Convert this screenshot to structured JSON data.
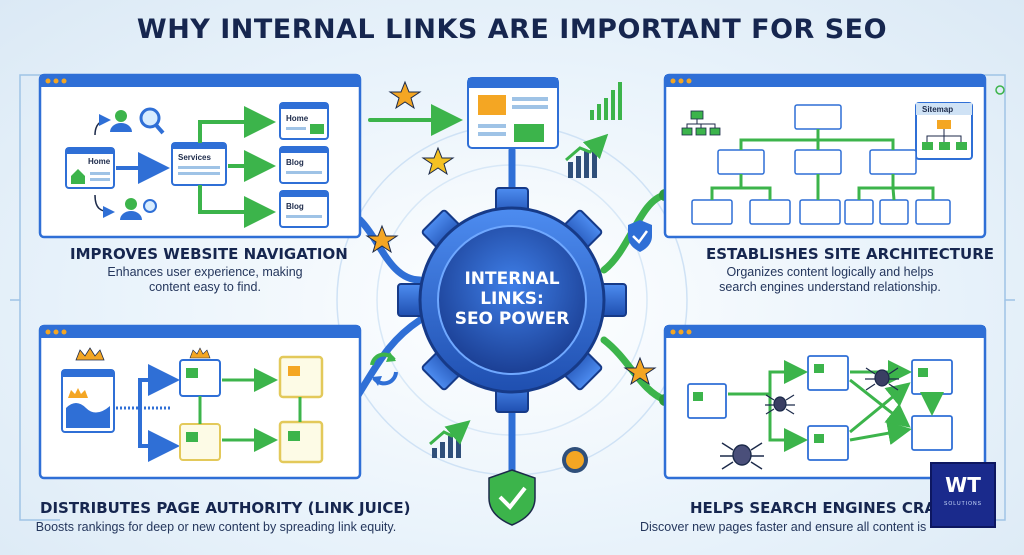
{
  "title": "WHY INTERNAL LINKS ARE IMPORTANT FOR SEO",
  "center": {
    "line1": "INTERNAL",
    "line2": "LINKS:",
    "line3": "SEO POWER"
  },
  "navigation": {
    "heading": "IMPROVES WEBSITE NAVIGATION",
    "desc_line1": "Enhances user experience, making",
    "desc_line2": "content easy to find.",
    "nodes": {
      "home_main": "Home",
      "services": "Services",
      "home": "Home",
      "blog1": "Blog",
      "blog2": "Blog"
    }
  },
  "architecture": {
    "heading": "ESTABLISHES SITE ARCHITECTURE",
    "desc_line1": "Organizes content logically and helps",
    "desc_line2": "search engines understand relationship.",
    "sitemap_label": "Sitemap"
  },
  "authority": {
    "heading": "DISTRIBUTES PAGE AUTHORITY (LINK JUICE)",
    "desc": "Boosts rankings for deep or new content by spreading link equity."
  },
  "crawl": {
    "heading": "HELPS SEARCH ENGINES CRAWL &",
    "desc": "Discover new pages faster and ensure all content is"
  },
  "logo": {
    "mark": "WT",
    "sub": "SOLUTIONS"
  },
  "colors": {
    "navy": "#16264f",
    "blue": "#2f6fd6",
    "green": "#3cb44b",
    "gear": "#2f63c8",
    "gold": "#f4a623"
  },
  "icons": [
    "star-icon",
    "shield-check-icon",
    "spider-icon",
    "crown-icon",
    "refresh-icon",
    "bar-chart-icon",
    "user-icon",
    "magnifier-icon",
    "gear-icon"
  ]
}
